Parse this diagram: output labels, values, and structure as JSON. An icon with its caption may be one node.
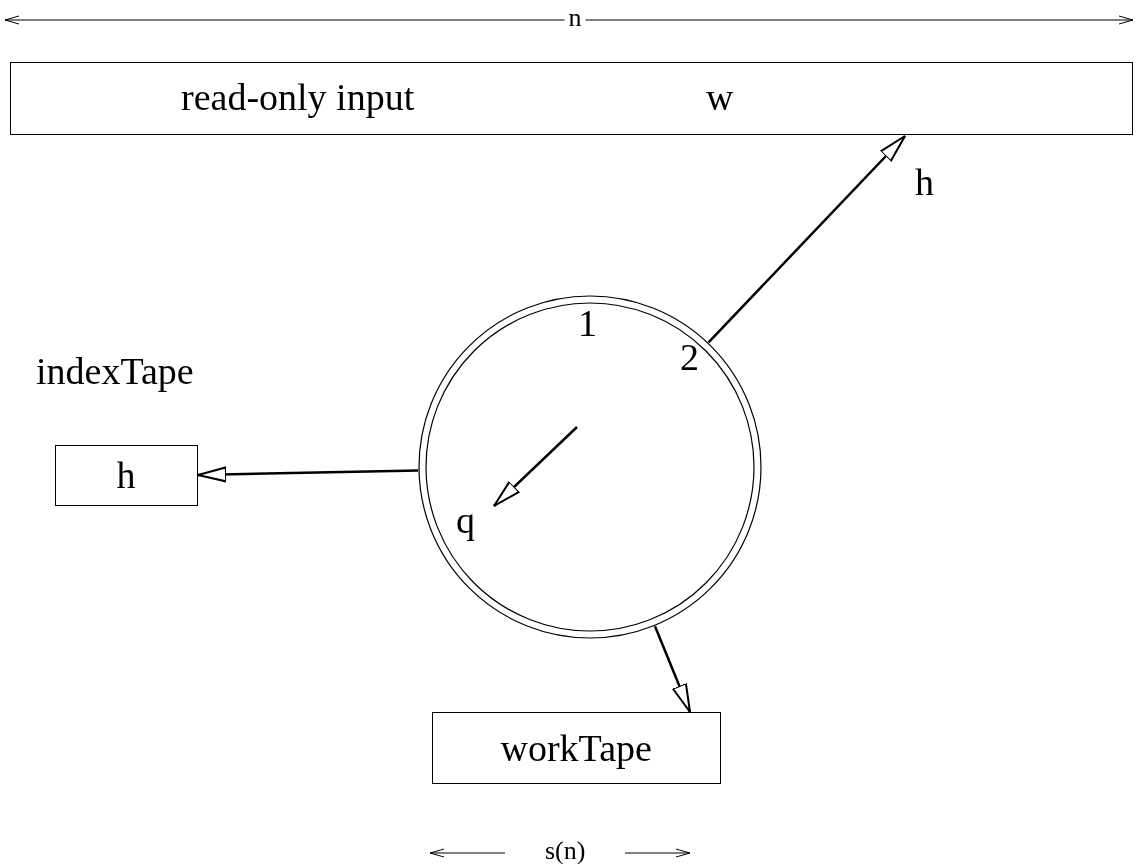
{
  "diagram": {
    "nodes": [
      {
        "text": [
          "read-only input",
          "w"
        ]
      },
      {
        "text": [
          "1",
          "2",
          "q"
        ]
      },
      {
        "text": [
          "indexTape",
          "h"
        ]
      },
      {
        "text": [
          "workTape"
        ]
      }
    ],
    "edges": [
      {
        "from": 1,
        "to": 0,
        "arrow": "to",
        "label": "h"
      },
      {
        "from": 1,
        "to": 2,
        "arrow": "to"
      },
      {
        "from": 1,
        "to": 3,
        "arrow": "to"
      }
    ],
    "labels": [
      "n",
      "s(n)"
    ]
  }
}
